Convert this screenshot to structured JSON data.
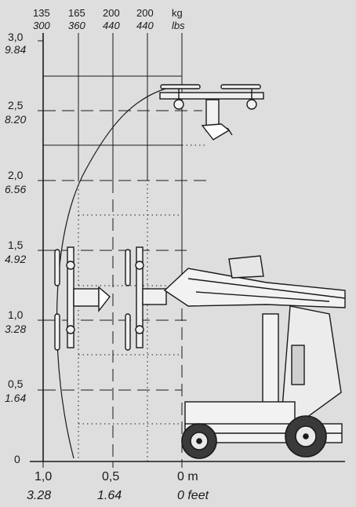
{
  "load_columns": {
    "kg": [
      "135",
      "165",
      "200",
      "200"
    ],
    "lbs": [
      "300",
      "360",
      "440",
      "440"
    ],
    "unit_kg": "kg",
    "unit_lbs": "lbs"
  },
  "height_axis": {
    "ticks": [
      {
        "m": "3,0",
        "ft": "9.84"
      },
      {
        "m": "2,5",
        "ft": "8.20"
      },
      {
        "m": "2,0",
        "ft": "6.56"
      },
      {
        "m": "1,5",
        "ft": "4.92"
      },
      {
        "m": "1,0",
        "ft": "3.28"
      },
      {
        "m": "0,5",
        "ft": "1.64"
      }
    ],
    "zero": "0"
  },
  "reach_axis": {
    "ticks": [
      {
        "m": "1,0",
        "ft": "3.28"
      },
      {
        "m": "0,5",
        "ft": "1.64"
      },
      {
        "m": "0 m",
        "ft": "0 feet"
      }
    ]
  },
  "colors": {
    "background": "#dedede",
    "line": "#1a1a1a"
  }
}
